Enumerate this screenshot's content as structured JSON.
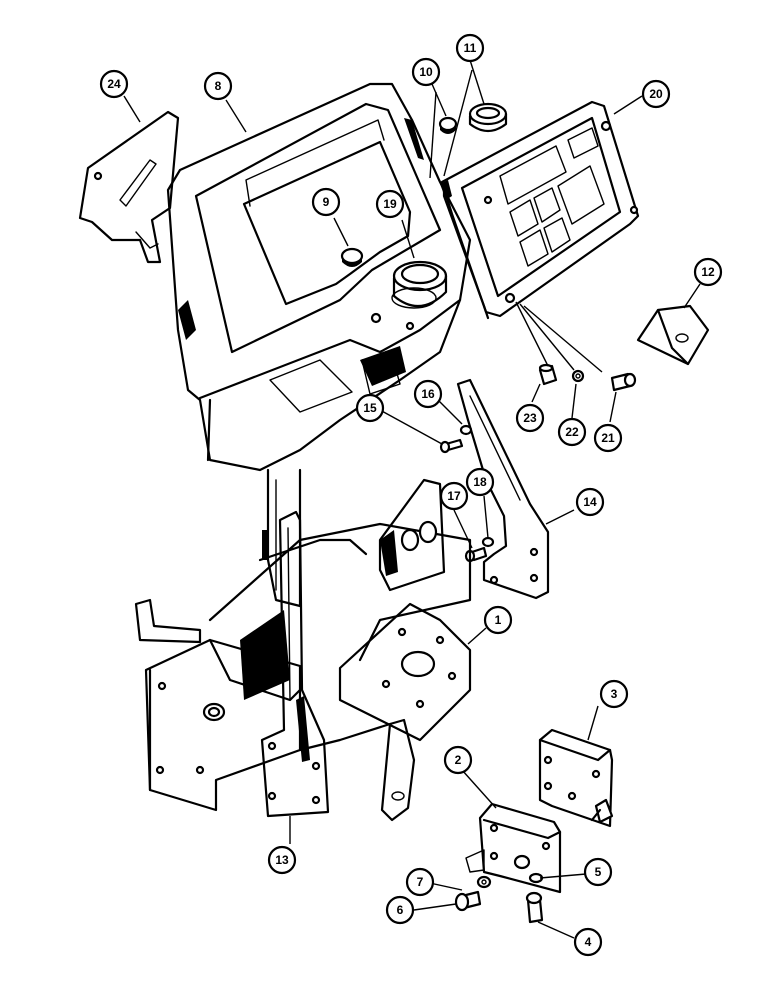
{
  "callouts": [
    {
      "label": "1"
    },
    {
      "label": "2"
    },
    {
      "label": "3"
    },
    {
      "label": "4"
    },
    {
      "label": "5"
    },
    {
      "label": "6"
    },
    {
      "label": "7"
    },
    {
      "label": "8"
    },
    {
      "label": "9"
    },
    {
      "label": "10"
    },
    {
      "label": "11"
    },
    {
      "label": "12"
    },
    {
      "label": "13"
    },
    {
      "label": "14"
    },
    {
      "label": "15"
    },
    {
      "label": "16"
    },
    {
      "label": "17"
    },
    {
      "label": "18"
    },
    {
      "label": "19"
    },
    {
      "label": "20"
    },
    {
      "label": "21"
    },
    {
      "label": "22"
    },
    {
      "label": "23"
    },
    {
      "label": "24"
    }
  ],
  "colors": {
    "line": "#000000",
    "background": "#ffffff"
  }
}
